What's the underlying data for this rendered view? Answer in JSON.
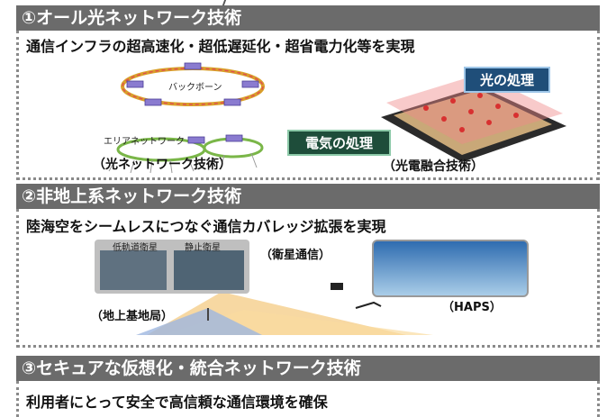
{
  "sections": [
    {
      "title": "①オール光ネットワーク技術",
      "subtitle": "通信インフラの超高速化・超低遅延化・超省電力化等を実現",
      "left_caption": "（光ネットワーク技術）",
      "right_caption": "（光電融合技術）",
      "backbone_label": "バックボーン",
      "area_label": "エリアネットワーク",
      "optical_tag": "光の処理",
      "electrical_tag": "電気の処理"
    },
    {
      "title": "②非地上系ネットワーク技術",
      "subtitle": "陸海空をシームレスにつなぐ通信カバレッジ拡張を実現",
      "leo_label": "低軌道衛星",
      "geo_label": "静止衛星",
      "satellite_comm_label": "（衛星通信）",
      "haps_label": "（HAPS）",
      "ground_station_label": "（地上基地局）"
    },
    {
      "title": "③セキュアな仮想化・統合ネットワーク技術",
      "subtitle": "利用者にとって安全で高信頼な通信環境を確保"
    }
  ],
  "colors": {
    "header_bg": "#6b6b6b",
    "optical_tag_bg": "#1f4e79",
    "electrical_tag_bg": "#1e4d3a",
    "coverage_blue": "#9db7e0",
    "coverage_yellow": "#f4c77a"
  }
}
